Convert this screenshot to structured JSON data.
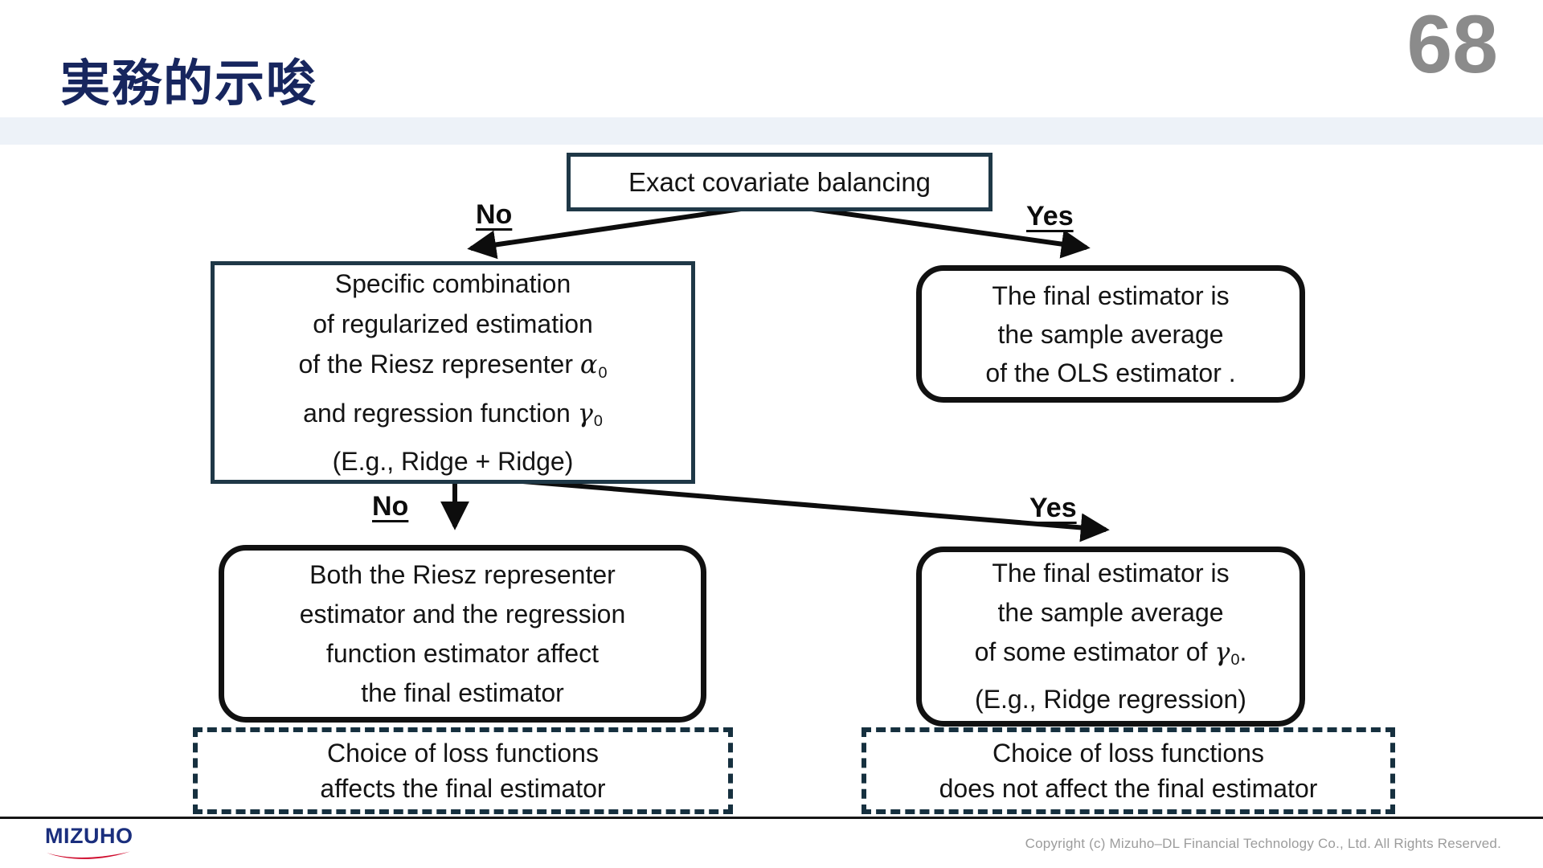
{
  "page": {
    "number": "68"
  },
  "header": {
    "title": "実務的示唆"
  },
  "colors": {
    "title_navy": "#17265e",
    "accent_band": "#edf2f8",
    "square_border_teal": "#1f3847",
    "dashed_border_teal": "#16303f",
    "round_border_black": "#111111",
    "page_number_gray": "#8b8b8b",
    "logo_navy": "#1a2e7d",
    "logo_red": "#cf0a2c"
  },
  "flowchart": {
    "root_box": {
      "label": "Exact covariate balancing"
    },
    "branch1": {
      "no_label": "No",
      "yes_label": "Yes"
    },
    "branch2": {
      "no_label": "No",
      "yes_label": "Yes"
    },
    "left_box": {
      "line1": "Specific combination",
      "line2": "of regularized estimation",
      "line3_prefix": "of the Riesz representer ",
      "line3_symbol": "α",
      "line3_sub": "0",
      "line4_prefix": "and regression function ",
      "line4_symbol": "γ",
      "line4_sub": "0",
      "line5": "(E.g., Ridge + Ridge)"
    },
    "right_top_box": {
      "line1": "The final estimator is",
      "line2": "the sample average",
      "line3": "of the OLS estimator ."
    },
    "bottom_left_box": {
      "line1": "Both the Riesz representer",
      "line2": "estimator and the regression",
      "line3": "function estimator affect",
      "line4": "the final estimator"
    },
    "bottom_right_box": {
      "line1": "The final estimator is",
      "line2": "the sample average",
      "line3_prefix": "of some estimator of ",
      "line3_symbol": "γ",
      "line3_sub": "0",
      "line3_suffix": ".",
      "line4": "(E.g., Ridge regression)"
    },
    "left_dashed_box": {
      "line1": "Choice of loss functions",
      "line2": "affects the final estimator"
    },
    "right_dashed_box": {
      "line1": "Choice of loss functions",
      "line2": "does not affect the final estimator"
    }
  },
  "footer": {
    "logo_text": "MIZUHO",
    "copyright": "Copyright (c) Mizuho–DL Financial Technology Co., Ltd. All Rights Reserved."
  }
}
